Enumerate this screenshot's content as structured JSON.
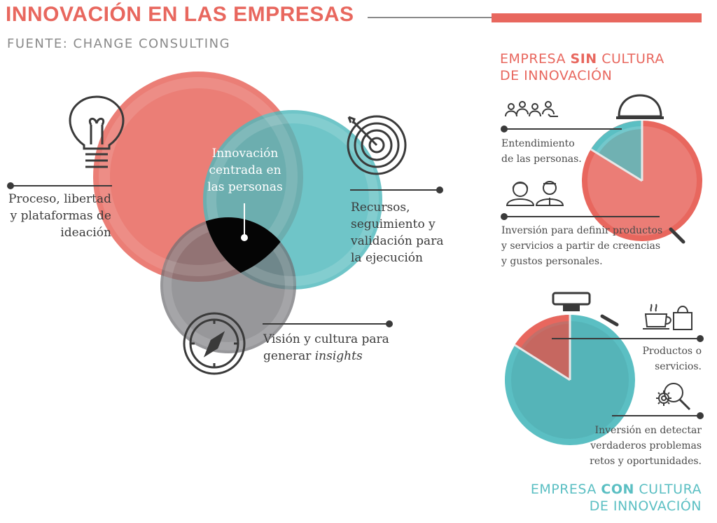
{
  "title": "INNOVACIÓN EN LAS EMPRESAS",
  "source": "FUENTE: CHANGE CONSULTING",
  "venn": {
    "center_label": "Innovación centrada en las personas",
    "left_label": "Proceso, libertad y plataformas de ideación",
    "right_label": "Recursos, seguimiento y validación para la ejecución",
    "bottom_label": "Visión y cultura para generar",
    "bottom_label_italic": "insights"
  },
  "sin_cultura": {
    "heading_before": "EMPRESA ",
    "heading_bold": "SIN",
    "heading_after": " CULTURA",
    "heading_line2": "DE INNOVACIÓN",
    "label_people": "Entendimiento de las personas.",
    "label_investment": "Inversión para definir productos y servicios a partir de creencias y gustos personales."
  },
  "con_cultura": {
    "heading_before": "EMPRESA ",
    "heading_bold": "CON",
    "heading_after": " CULTURA",
    "heading_line2": "DE INNOVACIÓN",
    "label_products": "Productos o servicios.",
    "label_investment": "Inversión en detectar verdaderos problemas retos y oportunidades."
  },
  "colors": {
    "red": "#e8675e",
    "teal": "#5bbfc3",
    "grey": "#8f8f92",
    "dark": "#3a3a3a"
  },
  "icons": [
    "lightbulb-icon",
    "target-icon",
    "compass-icon",
    "people-icon",
    "consultants-icon",
    "cloche-icon",
    "stopwatch-icon",
    "coffee-cup-icon",
    "shopping-bag-icon",
    "gear-magnifier-icon"
  ]
}
